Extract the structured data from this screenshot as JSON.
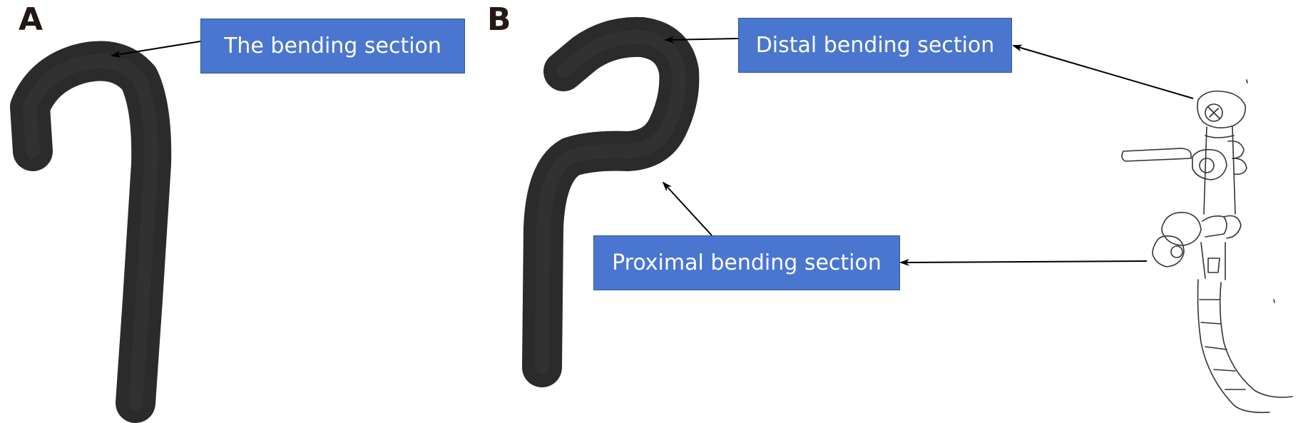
{
  "panels": {
    "a": {
      "letter": "A",
      "label": "The bending section"
    },
    "b": {
      "letter": "B",
      "distal_label": "Distal bending section",
      "proximal_label": "Proximal bending section"
    }
  },
  "colors": {
    "label_fill": "#4a76cf",
    "label_border": "#2f5597",
    "label_text": "#ffffff",
    "tube": "#2b2b2b",
    "arrow": "#000000",
    "sketch": "#333333"
  },
  "icons": {
    "tube_a": "hook-shaped-endoscope-tube",
    "tube_b": "double-bend-endoscope-tube",
    "sketch": "endoscope-handle-sketch"
  }
}
